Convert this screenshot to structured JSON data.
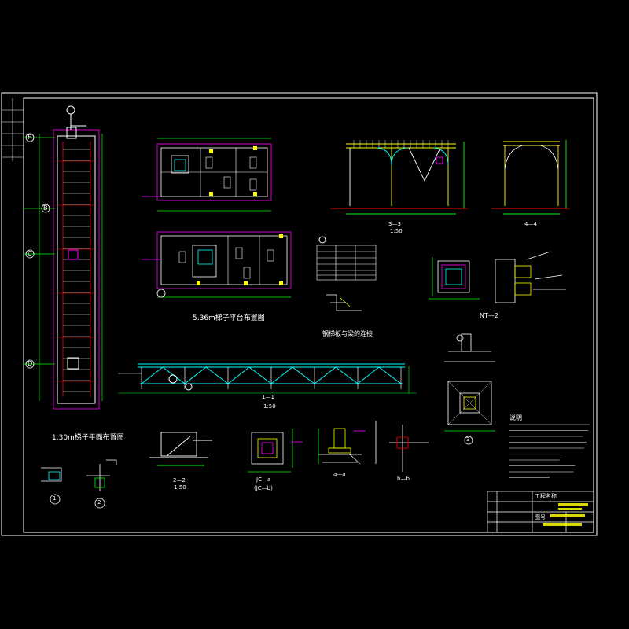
{
  "colors": {
    "background": "#000000",
    "frame": "#ffffff",
    "dimension": "#00ff00",
    "steel": "#00ffff",
    "column": "#ffff00",
    "accent": "#ff00ff",
    "axis": "#ff0000"
  },
  "plan_13m": {
    "title": "1.30m梯子平面布置图",
    "axes": [
      "B",
      "C",
      "D",
      "F"
    ]
  },
  "plan_536m": {
    "title": "5.36m梯子平台布置图"
  },
  "table_caption": "钢梯板与梁的连接",
  "truss_elevation": {
    "section": "1—1",
    "scale": "1:50"
  },
  "section_22": {
    "section": "2—2",
    "scale": "1:50"
  },
  "section_33": {
    "section": "3—3",
    "scale": "1:50"
  },
  "section_44": {
    "section": "4—4"
  },
  "nt_label": "NT—2",
  "jc_detail": {
    "label": "JC—a",
    "sub": "(JC—b)"
  },
  "section_aa": {
    "label": "a—a"
  },
  "section_bb": {
    "label": "b—b"
  },
  "notes": {
    "heading": "说明"
  },
  "detail_numbers": [
    "1",
    "2",
    "3"
  ],
  "title_block": {
    "col1": "工程名称",
    "col2": "图号"
  }
}
